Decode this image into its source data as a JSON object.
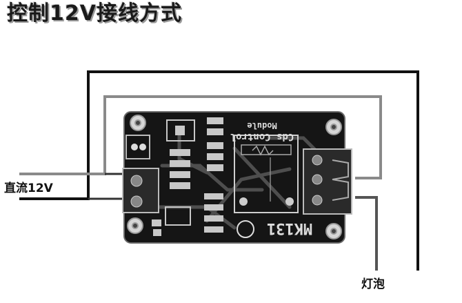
{
  "title": "控制12V接线方式",
  "labels": {
    "dc_input": "直流12V",
    "lamp": "灯泡"
  },
  "board": {
    "silkscreen_line1": "Cds Control",
    "silkscreen_line2": "Module",
    "model": "MK131"
  },
  "colors": {
    "background": "#ffffff",
    "board": "#151515",
    "wire_outer": "#111111",
    "wire_inner": "#8a8a8a",
    "trace": "#5a5a5a"
  }
}
